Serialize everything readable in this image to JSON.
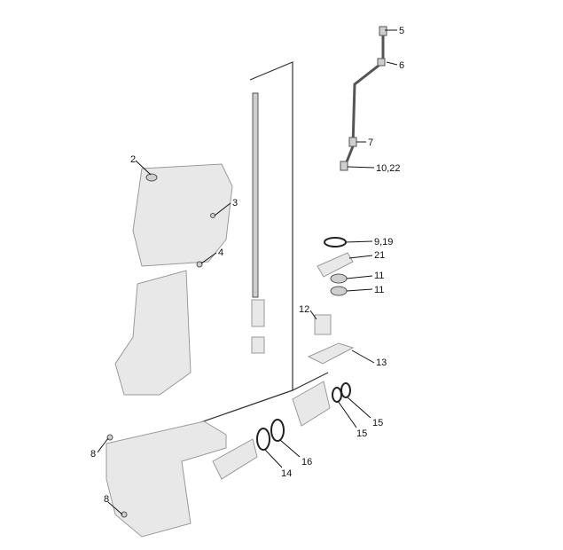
{
  "diagram": {
    "callouts": [
      {
        "id": "c5",
        "text": "5"
      },
      {
        "id": "c6",
        "text": "6"
      },
      {
        "id": "c7",
        "text": "7"
      },
      {
        "id": "c10",
        "text": "10,22"
      },
      {
        "id": "c2",
        "text": "2"
      },
      {
        "id": "c3",
        "text": "3"
      },
      {
        "id": "c4",
        "text": "4"
      },
      {
        "id": "c9",
        "text": "9,19"
      },
      {
        "id": "c21",
        "text": "21"
      },
      {
        "id": "c11a",
        "text": "11"
      },
      {
        "id": "c11b",
        "text": "11"
      },
      {
        "id": "c12",
        "text": "12"
      },
      {
        "id": "c13",
        "text": "13"
      },
      {
        "id": "c15a",
        "text": "15"
      },
      {
        "id": "c15b",
        "text": "15"
      },
      {
        "id": "c8a",
        "text": "8"
      },
      {
        "id": "c16",
        "text": "16"
      },
      {
        "id": "c14",
        "text": "14"
      },
      {
        "id": "c8b",
        "text": "8"
      }
    ]
  }
}
